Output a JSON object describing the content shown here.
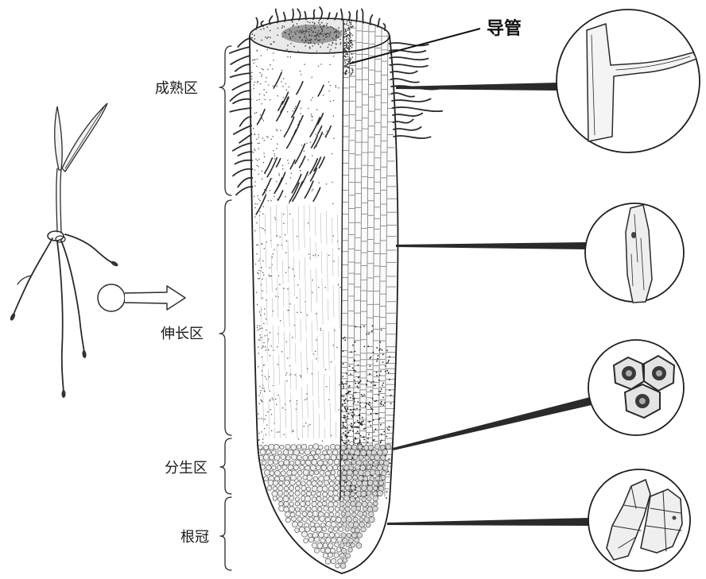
{
  "labels": {
    "vessel": "导管",
    "maturation_zone": "成熟区",
    "elongation_zone": "伸长区",
    "meristematic_zone": "分生区",
    "root_cap": "根冠"
  }
}
